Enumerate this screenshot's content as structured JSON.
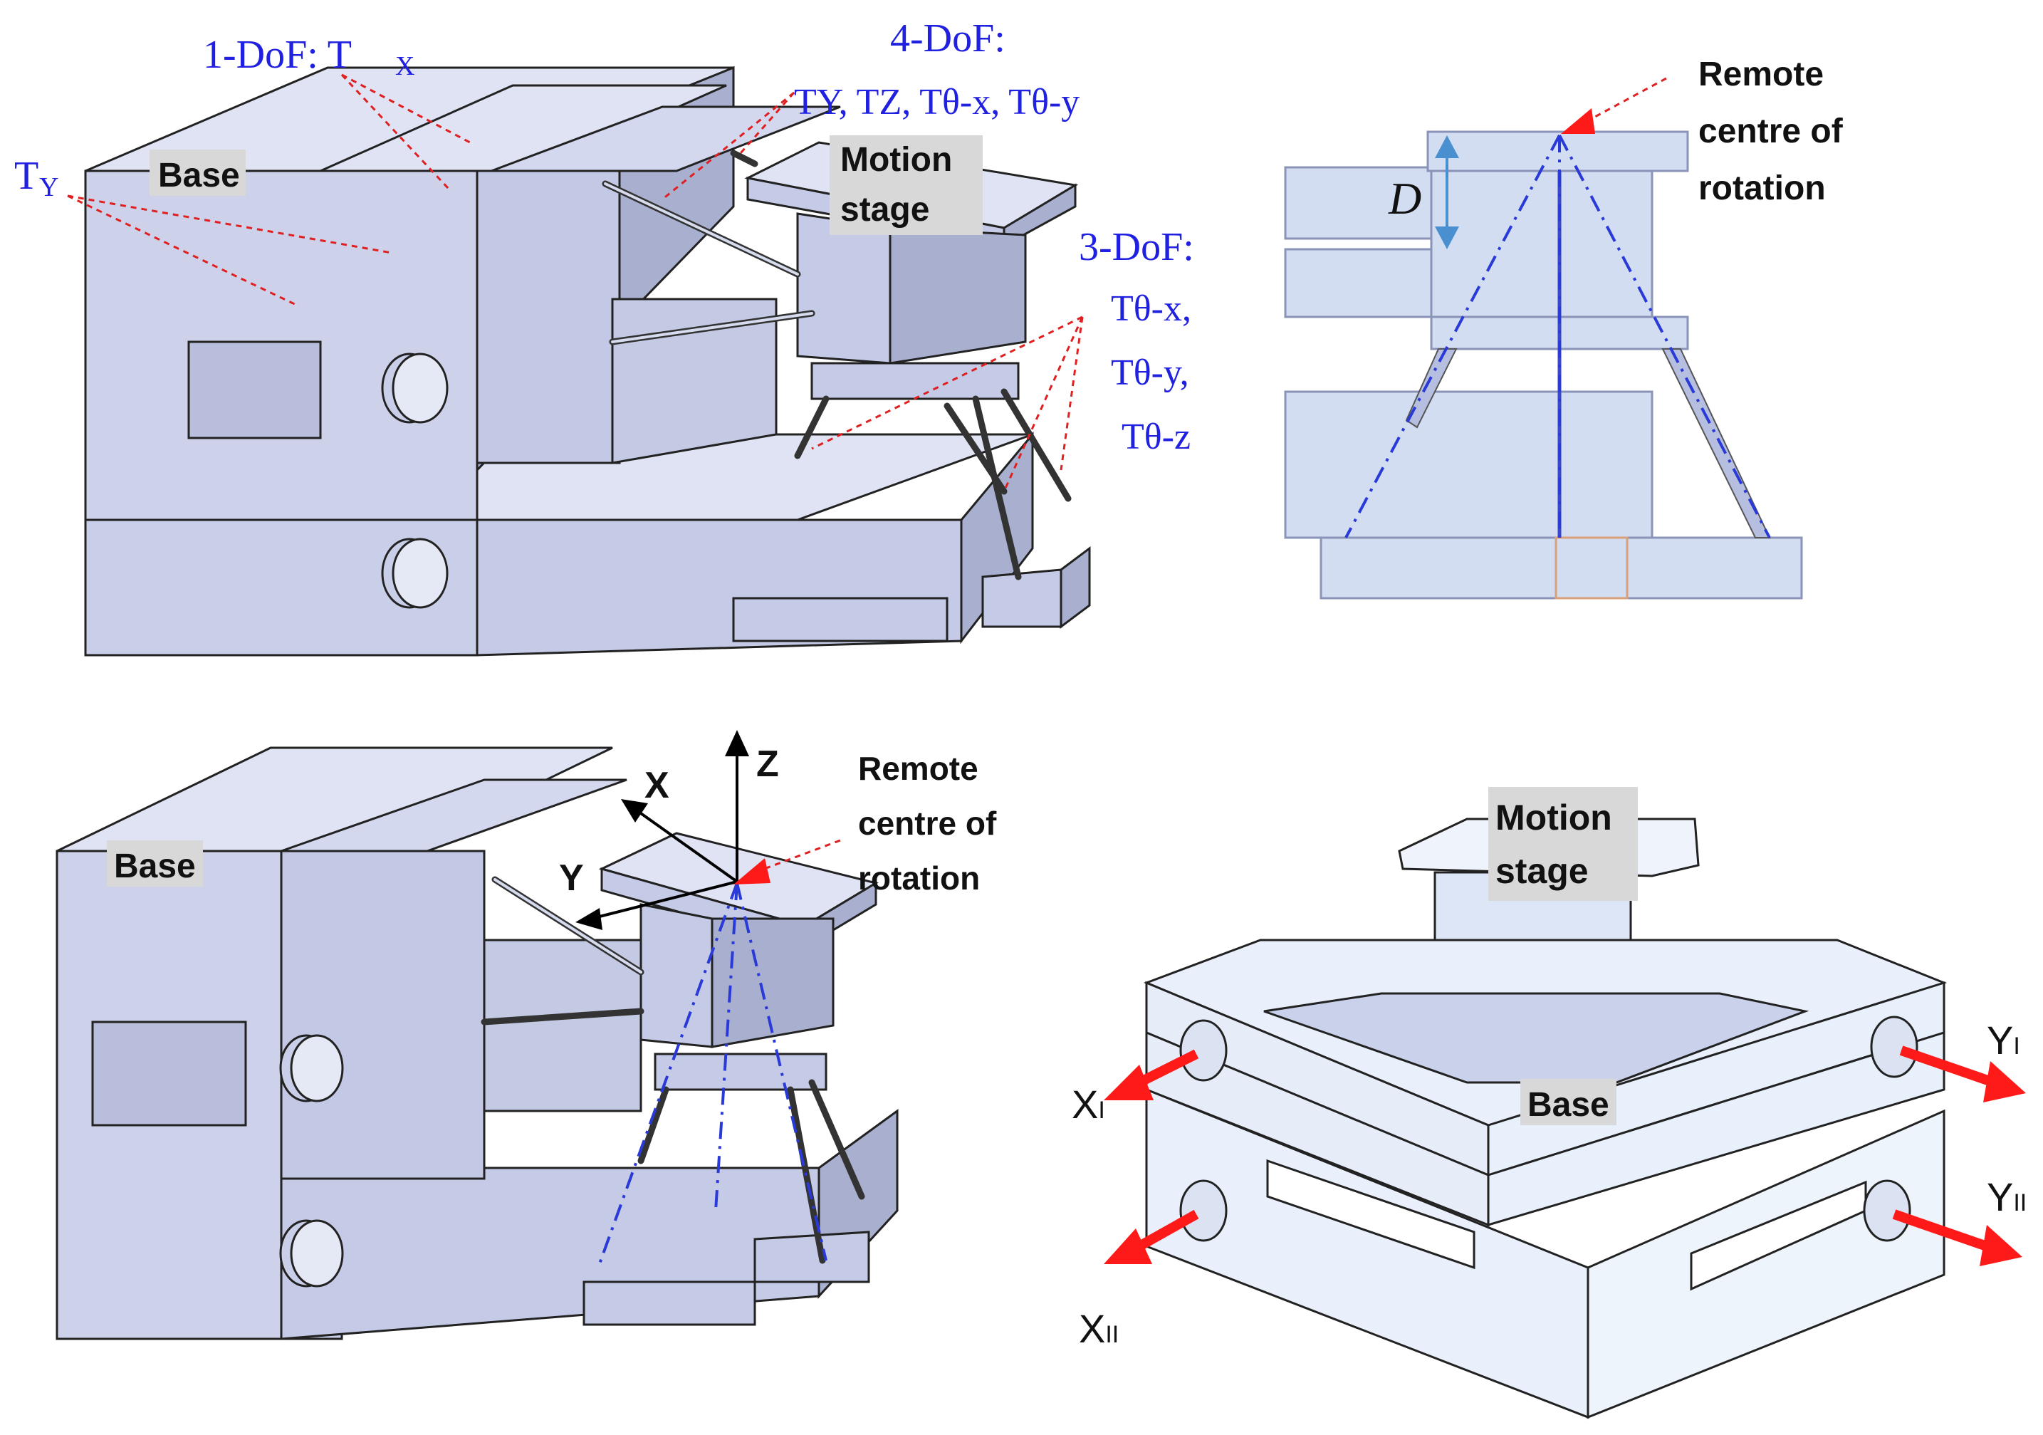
{
  "panels": {
    "top_left": {
      "labels": {
        "base": "Base",
        "motion_stage": "Motion stage",
        "one_dof": "1-DoF: T",
        "one_dof_sub": "X",
        "ty": "T",
        "ty_sub": "Y",
        "four_dof": "4-DoF:",
        "four_dof_list": "TY, TZ, Tθ-x, Tθ-y",
        "three_dof": "3-DoF:",
        "t_theta_x": "Tθ-x,",
        "t_theta_y": "Tθ-y,",
        "t_theta_z": "Tθ-z"
      }
    },
    "top_right": {
      "labels": {
        "remote_centre": "Remote centre of rotation",
        "d_label": "D"
      }
    },
    "bottom_left": {
      "labels": {
        "base": "Base",
        "remote_centre": "Remote centre of rotation",
        "axis_x": "X",
        "axis_y": "Y",
        "axis_z": "Z"
      }
    },
    "bottom_right": {
      "labels": {
        "motion_stage": "Motion stage",
        "base": "Base",
        "x_i": "XI",
        "x_ii": "XII",
        "y_i": "YI",
        "y_ii": "YII"
      }
    }
  },
  "colors": {
    "body_light": "#dfe3f3",
    "body_mid": "#c5cbe6",
    "body_dark": "#a9b0cf",
    "annotation_blue": "#2020e0",
    "leader_red": "#e02020",
    "arrow_red": "#ff1a1a",
    "label_bg": "#d8d8d8"
  }
}
